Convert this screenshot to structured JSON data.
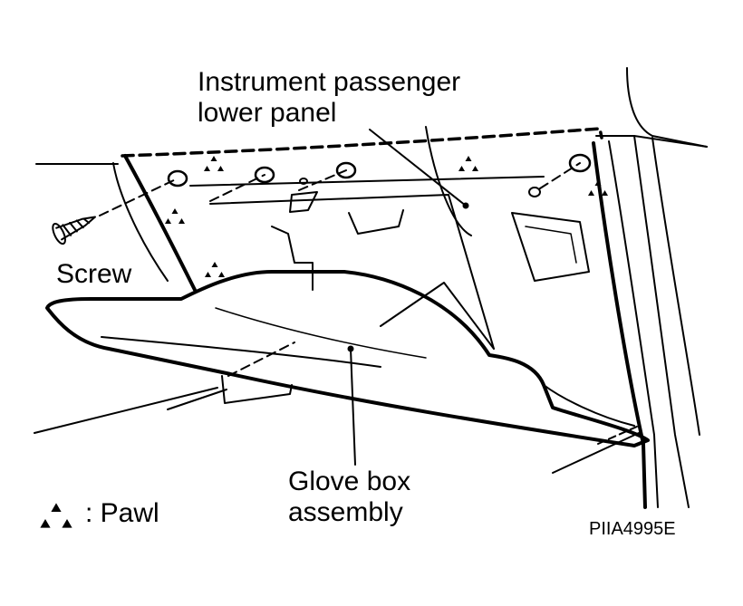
{
  "labels": {
    "instrument_panel_line1": "Instrument passenger",
    "instrument_panel_line2": "lower panel",
    "screw": "Screw",
    "glove_box_line1": "Glove box",
    "glove_box_line2": "assembly",
    "legend_pawl": ": Pawl",
    "figure_code": "PIIA4995E"
  },
  "icons": {
    "pawl_symbol": "pawl-triangle-icon"
  },
  "colors": {
    "line": "#000000",
    "background": "#ffffff"
  }
}
